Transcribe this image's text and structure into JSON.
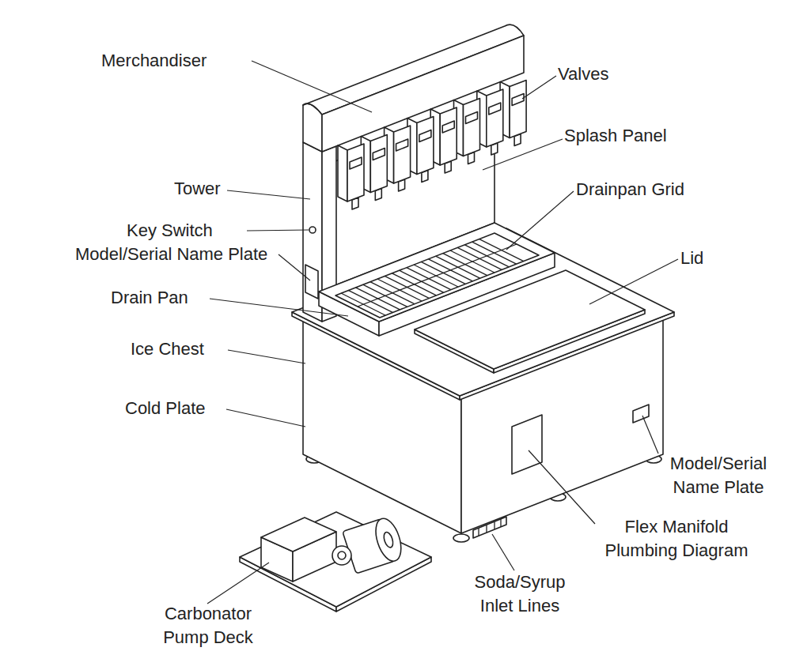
{
  "diagram": {
    "labels": [
      "Merchandiser",
      "Valves",
      "Splash Panel",
      "Tower",
      "Drainpan Grid",
      "Key Switch",
      "Model/Serial Name Plate",
      "Lid",
      "Drain Pan",
      "Ice Chest",
      "Cold Plate",
      "Model/Serial Name Plate",
      "Flex Manifold Plumbing Diagram",
      "Soda/Syrup Inlet Lines",
      "Carbonator Pump Deck"
    ]
  }
}
